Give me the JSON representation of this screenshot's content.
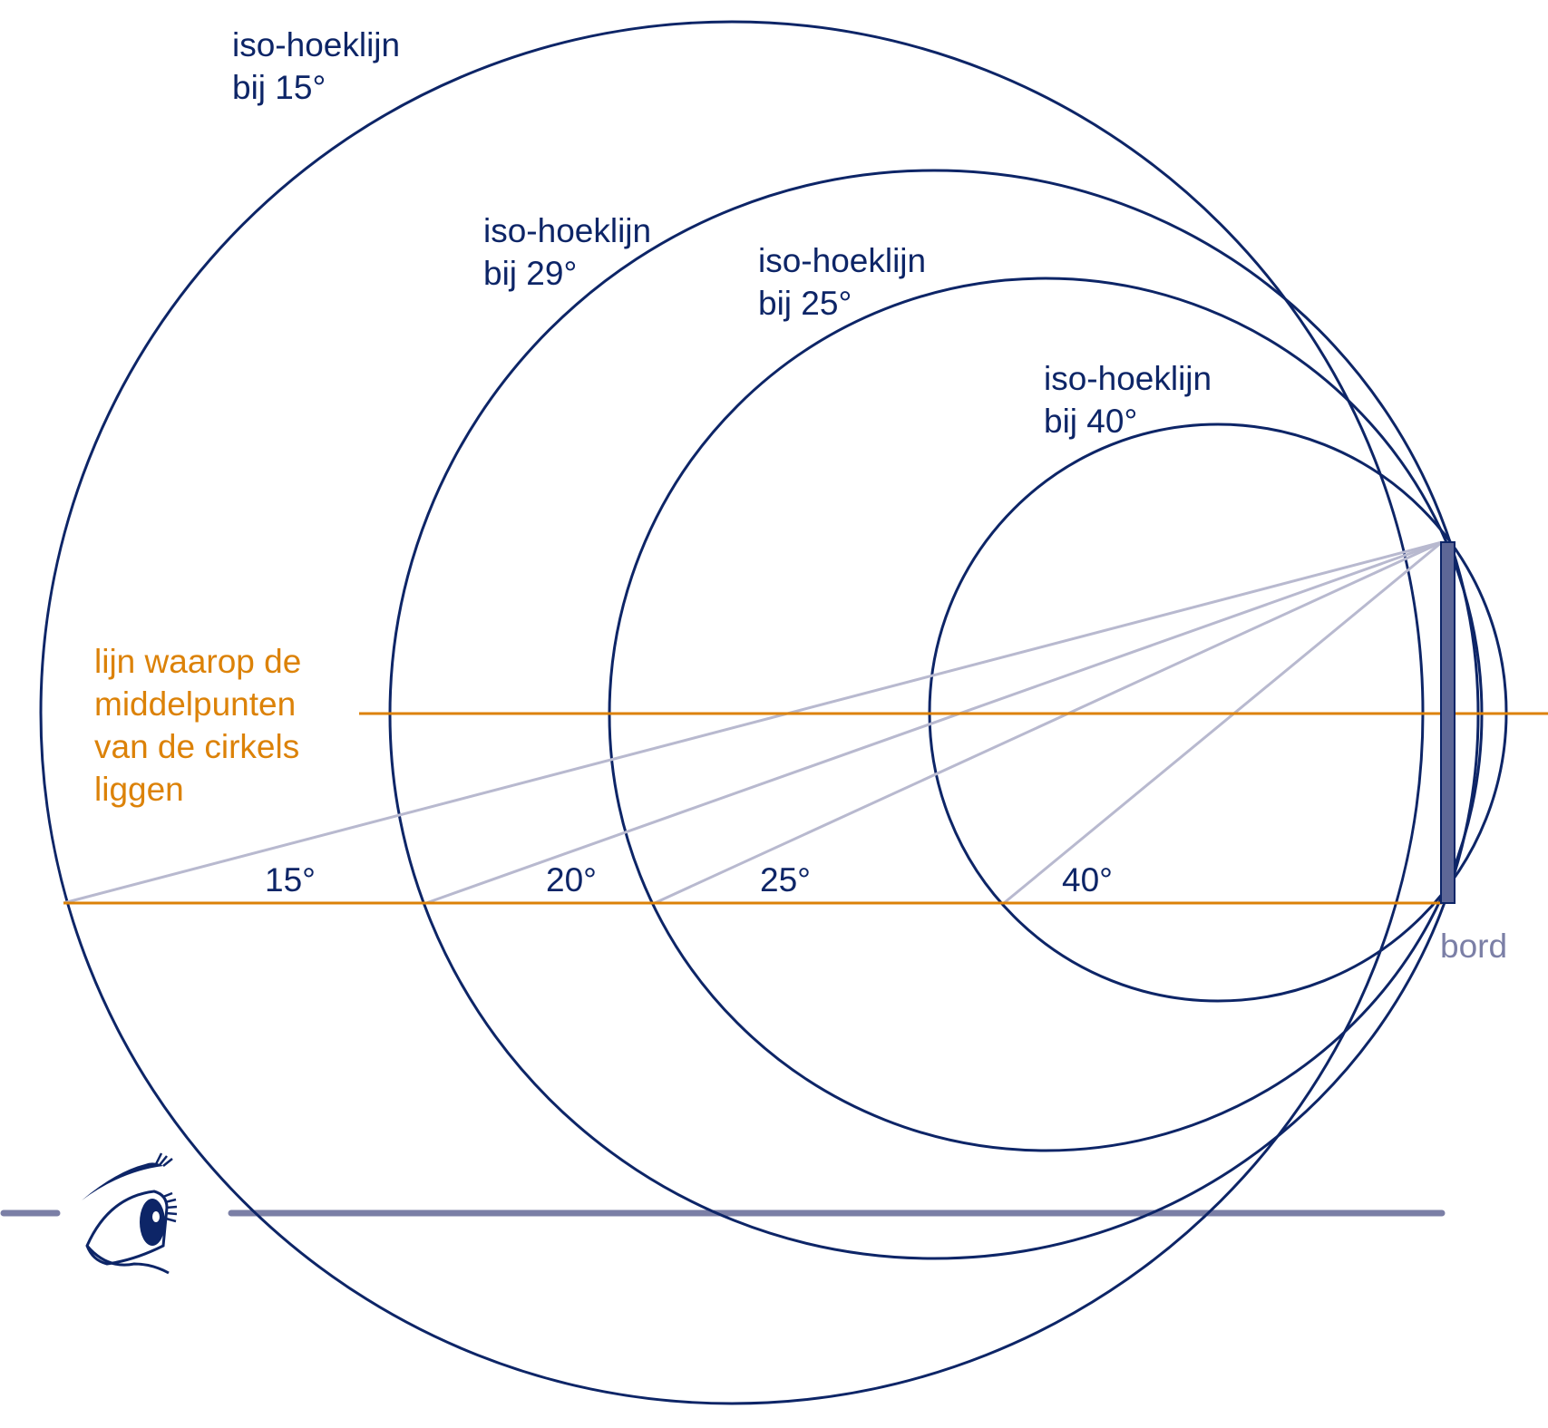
{
  "colors": {
    "navy": "#0d2567",
    "orange": "#dc8208",
    "lavender": "#b8b9cf",
    "board": "#7b7fa6"
  },
  "labels": {
    "iso15": {
      "line1": "iso-hoeklijn",
      "line2": "bij 15°"
    },
    "iso29": {
      "line1": "iso-hoeklijn",
      "line2": "bij 29°"
    },
    "iso25": {
      "line1": "iso-hoeklijn",
      "line2": "bij 25°"
    },
    "iso40": {
      "line1": "iso-hoeklijn",
      "line2": "bij 40°"
    },
    "centerline": {
      "line1": "lijn waarop de",
      "line2": "middelpunten",
      "line3": "van de cirkels",
      "line4": "liggen"
    },
    "angles": {
      "a15": "15°",
      "a20": "20°",
      "a25": "25°",
      "a40": "40°"
    },
    "board": "bord"
  },
  "icons": {
    "eye": "eye-icon"
  }
}
